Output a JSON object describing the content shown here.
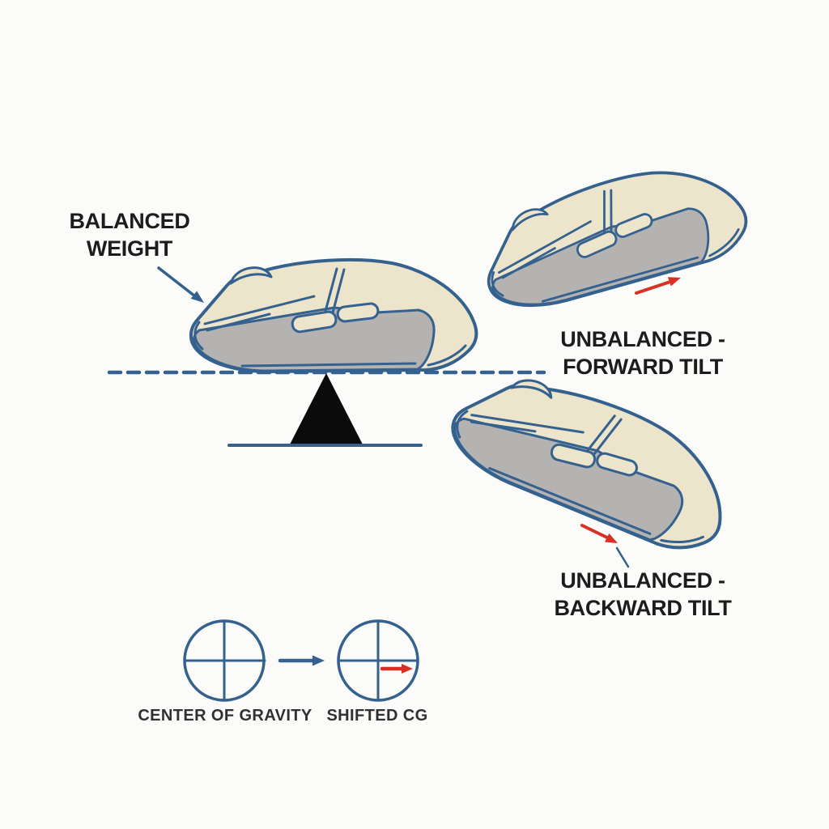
{
  "diagram_title": "mouse-weight-balance-diagram",
  "labels": {
    "balanced": {
      "line1": "BALANCED",
      "line2": "WEIGHT"
    },
    "unbalanced_forward": {
      "line1": "UNBALANCED -",
      "line2": "FORWARD TILT"
    },
    "unbalanced_backward": {
      "line1": "UNBALANCED -",
      "line2": "BACKWARD TILT"
    },
    "center_of_gravity": "CENTER OF GRAVITY",
    "shifted_cg": "SHIFTED CG"
  },
  "icons": {
    "balanced_pointer": "arrow-down-right-icon",
    "forward_tilt_arrow": "arrow-up-right-red-icon",
    "backward_tilt_arrow": "arrow-down-right-red-icon",
    "cg_transition_arrow": "arrow-right-blue-icon",
    "cg_shift_arrow": "arrow-right-red-icon",
    "mouse_illustration": "computer-mouse-side-view",
    "fulcrum": "triangle-fulcrum",
    "surface": "dashed-horizontal-line",
    "cg_symbol": "circle-crosshair"
  },
  "colors": {
    "background": "#fbfbf9",
    "mouse_shell_cream": "#ece4cb",
    "mouse_side_gray": "#b4b3b1",
    "outline_blue": "#35618e",
    "arrow_red": "#d93025",
    "fulcrum_black": "#0b0b0b",
    "label_text": "#1c1c1c",
    "caption_text": "#303030"
  }
}
